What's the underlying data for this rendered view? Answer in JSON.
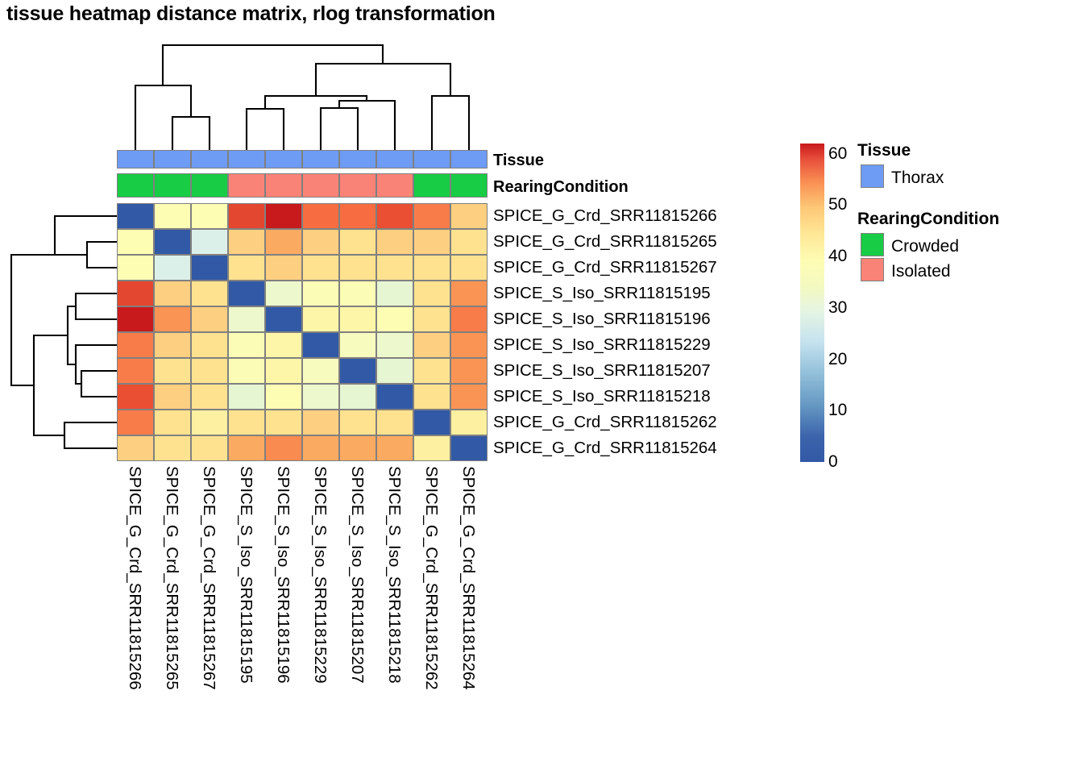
{
  "title": "tissue heatmap distance matrix, rlog transformation",
  "chart_data": {
    "type": "heatmap",
    "title": "tissue heatmap distance matrix, rlog transformation",
    "xlabel": "",
    "ylabel": "",
    "colorbar": {
      "min": 0,
      "max": 62,
      "ticks": [
        0,
        10,
        20,
        30,
        40,
        50,
        60
      ],
      "tick_labels": [
        "0",
        "10",
        "20",
        "30",
        "40",
        "50",
        "60"
      ],
      "colormap": "RdYlBu reversed",
      "stops": [
        {
          "pos": 0.0,
          "color": "#3259a5"
        },
        {
          "pos": 0.08,
          "color": "#3c64ac"
        },
        {
          "pos": 0.18,
          "color": "#6699c3"
        },
        {
          "pos": 0.28,
          "color": "#93c0da"
        },
        {
          "pos": 0.38,
          "color": "#c7e3ef"
        },
        {
          "pos": 0.47,
          "color": "#e4f4e4"
        },
        {
          "pos": 0.55,
          "color": "#f3f9c0"
        },
        {
          "pos": 0.63,
          "color": "#fdfdb4"
        },
        {
          "pos": 0.72,
          "color": "#fee695"
        },
        {
          "pos": 0.8,
          "color": "#fdc776"
        },
        {
          "pos": 0.88,
          "color": "#f98e52"
        },
        {
          "pos": 0.95,
          "color": "#e8503b"
        },
        {
          "pos": 1.0,
          "color": "#c8191c"
        }
      ]
    },
    "row_labels": [
      "SPICE_G_Crd_SRR11815266",
      "SPICE_G_Crd_SRR11815265",
      "SPICE_G_Crd_SRR11815267",
      "SPICE_S_Iso_SRR11815195",
      "SPICE_S_Iso_SRR11815196",
      "SPICE_S_Iso_SRR11815229",
      "SPICE_S_Iso_SRR11815207",
      "SPICE_S_Iso_SRR11815218",
      "SPICE_G_Crd_SRR11815262",
      "SPICE_G_Crd_SRR11815264"
    ],
    "col_labels": [
      "SPICE_G_Crd_SRR11815266",
      "SPICE_G_Crd_SRR11815265",
      "SPICE_G_Crd_SRR11815267",
      "SPICE_S_Iso_SRR11815195",
      "SPICE_S_Iso_SRR11815196",
      "SPICE_S_Iso_SRR11815229",
      "SPICE_S_Iso_SRR11815207",
      "SPICE_S_Iso_SRR11815218",
      "SPICE_G_Crd_SRR11815262",
      "SPICE_G_Crd_SRR11815264"
    ],
    "matrix": [
      [
        0,
        31,
        31,
        53,
        60,
        48,
        48,
        52,
        47,
        41
      ],
      [
        31,
        0,
        21,
        41,
        45,
        40,
        38,
        40,
        40,
        38
      ],
      [
        31,
        21,
        0,
        39,
        42,
        39,
        37,
        38,
        38,
        38
      ],
      [
        53,
        41,
        39,
        0,
        30,
        32,
        32,
        29,
        39,
        46
      ],
      [
        60,
        45,
        42,
        30,
        0,
        35,
        35,
        33,
        39,
        48
      ],
      [
        48,
        40,
        39,
        32,
        35,
        0,
        31,
        30,
        43,
        46
      ],
      [
        48,
        38,
        37,
        32,
        35,
        31,
        0,
        29,
        40,
        46
      ],
      [
        52,
        40,
        38,
        29,
        33,
        30,
        29,
        0,
        40,
        46
      ],
      [
        47,
        40,
        38,
        39,
        39,
        43,
        40,
        40,
        0,
        35
      ],
      [
        41,
        38,
        38,
        46,
        48,
        46,
        46,
        46,
        35,
        0
      ]
    ],
    "cell_colors": [
      [
        "#3259a5",
        "#fdfdb4",
        "#fdfdb4",
        "#e4472f",
        "#c8191c",
        "#f76d41",
        "#f76d41",
        "#ea4f33",
        "#f87c4a",
        "#fdcf80"
      ],
      [
        "#fdfdb4",
        "#3259a5",
        "#dcf0ea",
        "#fdcf80",
        "#fbaa61",
        "#fdcf80",
        "#fee28f",
        "#fdcf80",
        "#fdcf80",
        "#fee28f"
      ],
      [
        "#fdfdb4",
        "#dcf0ea",
        "#3259a5",
        "#fee28f",
        "#fdcf80",
        "#fee28f",
        "#fee28f",
        "#fee28f",
        "#fee28f",
        "#fee28f"
      ],
      [
        "#e4472f",
        "#fdcf80",
        "#fee28f",
        "#3259a5",
        "#edf8cc",
        "#fbfcb6",
        "#fbfcb6",
        "#e6f5d2",
        "#fee28f",
        "#fa9455"
      ],
      [
        "#c8191c",
        "#fa9455",
        "#fdcf80",
        "#edf8cc",
        "#3259a5",
        "#fdf6a8",
        "#fdf6a8",
        "#fdfdb4",
        "#fee28f",
        "#f87c4a"
      ],
      [
        "#f87c4a",
        "#fdcf80",
        "#fee28f",
        "#fbfcb6",
        "#fdf6a8",
        "#3259a5",
        "#f7fbbe",
        "#edf8cc",
        "#fdcf80",
        "#fa9455"
      ],
      [
        "#f87c4a",
        "#fee28f",
        "#fee28f",
        "#fbfcb6",
        "#fdf6a8",
        "#f7fbbe",
        "#3259a5",
        "#e6f5d2",
        "#fee28f",
        "#fa9455"
      ],
      [
        "#ea4f33",
        "#fdcf80",
        "#fee28f",
        "#e6f5d2",
        "#fdfdb4",
        "#edf8cc",
        "#e6f5d2",
        "#3259a5",
        "#fee28f",
        "#fa9455"
      ],
      [
        "#f87c4a",
        "#fee28f",
        "#fdf0a0",
        "#fee28f",
        "#fee28f",
        "#fdcf80",
        "#fee28f",
        "#fee28f",
        "#3259a5",
        "#fdf0a0"
      ],
      [
        "#fdcf80",
        "#fee28f",
        "#fee28f",
        "#fbaa61",
        "#f98a50",
        "#fbaa61",
        "#fbaa61",
        "#fbaa61",
        "#fdf0a0",
        "#3259a5"
      ]
    ]
  },
  "annotations": {
    "tissue": {
      "label": "Tissue",
      "values": [
        "Thorax",
        "Thorax",
        "Thorax",
        "Thorax",
        "Thorax",
        "Thorax",
        "Thorax",
        "Thorax",
        "Thorax",
        "Thorax"
      ],
      "colors": [
        "#6e9bf4",
        "#6e9bf4",
        "#6e9bf4",
        "#6e9bf4",
        "#6e9bf4",
        "#6e9bf4",
        "#6e9bf4",
        "#6e9bf4",
        "#6e9bf4",
        "#6e9bf4"
      ]
    },
    "rearing_condition": {
      "label": "RearingCondition",
      "values": [
        "Crowded",
        "Crowded",
        "Crowded",
        "Isolated",
        "Isolated",
        "Isolated",
        "Isolated",
        "Isolated",
        "Crowded",
        "Crowded"
      ],
      "colors": [
        "#18cc45",
        "#18cc45",
        "#18cc45",
        "#fa8377",
        "#fa8377",
        "#fa8377",
        "#fa8377",
        "#fa8377",
        "#18cc45",
        "#18cc45"
      ]
    }
  },
  "legends": [
    {
      "title": "Tissue",
      "items": [
        {
          "label": "Thorax",
          "color": "#6e9bf4"
        }
      ]
    },
    {
      "title": "RearingCondition",
      "items": [
        {
          "label": "Crowded",
          "color": "#18cc45"
        },
        {
          "label": "Isolated",
          "color": "#fa8377"
        }
      ]
    }
  ]
}
